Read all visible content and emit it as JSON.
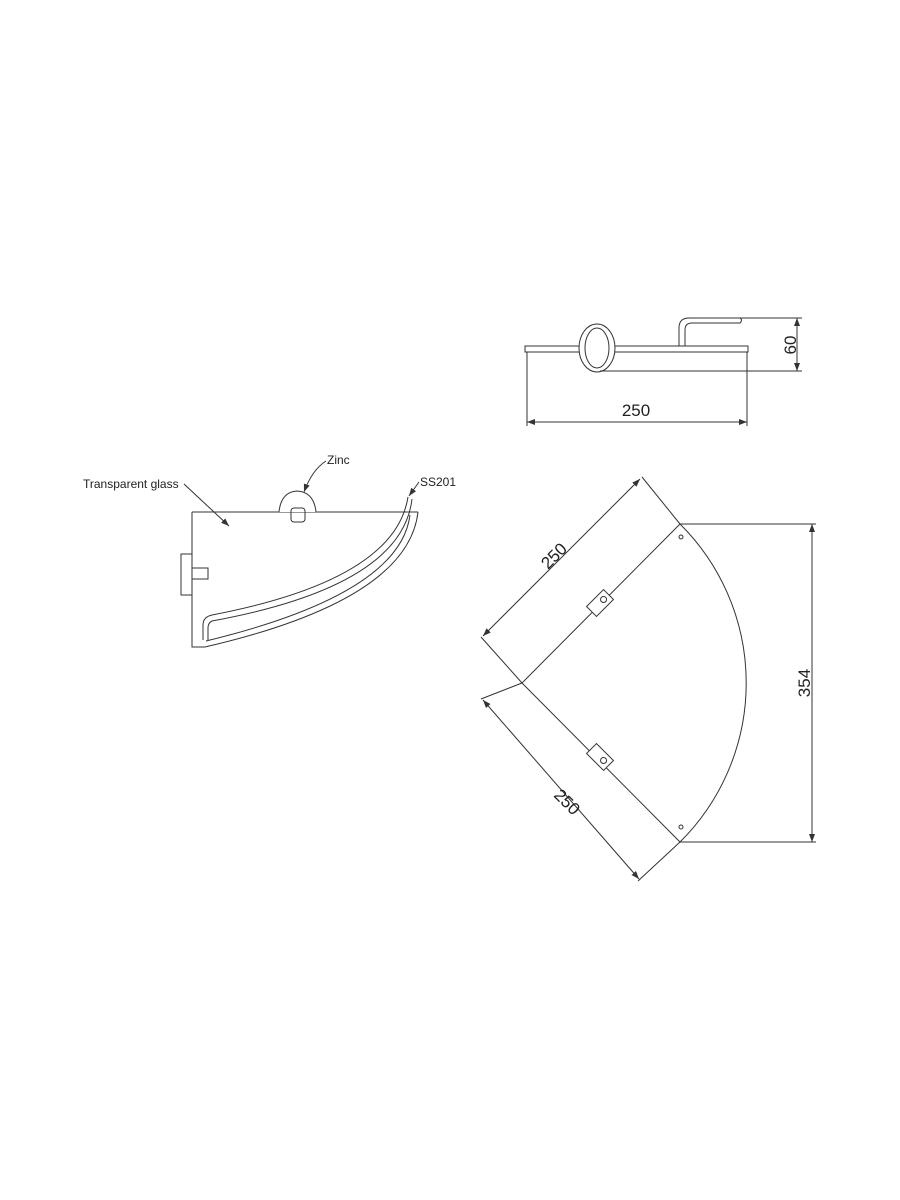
{
  "labels": {
    "glass": "Transparent glass",
    "zinc": "Zinc",
    "steel": "SS201"
  },
  "dimensions": {
    "top_width": "250",
    "top_height": "60",
    "plan_side_a": "250",
    "plan_side_b": "250",
    "plan_depth": "354"
  }
}
